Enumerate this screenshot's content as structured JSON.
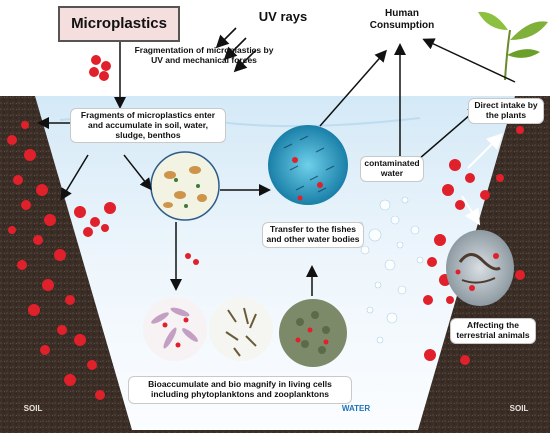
{
  "title": "Microplastics",
  "uv_label": "UV rays",
  "fragmentation_label": "Fragmentation  of microplastics by UV and mechanical forces",
  "human_label": "Human Consumption",
  "accumulate_label": "Fragments  of  microplastics enter and accumulate in soil, water, sludge, benthos",
  "contaminated_label": "contaminated water",
  "plants_label": "Direct intake by the plants",
  "transfer_label": "Transfer to the fishes and other water bodies",
  "terrestrial_label": "Affecting the terrestrial animals",
  "bio_label": "Bioaccumulate and bio magnify  in living cells including phytoplanktons and zooplanktons",
  "soil_left": "SOIL",
  "soil_right": "SOIL",
  "water_label": "WATER",
  "colors": {
    "soil": "#3b2e27",
    "water_top": "#d8ecf8",
    "water_bottom": "#f7fbfe",
    "particle": "#e0202a",
    "title_fill": "#f4dede"
  }
}
